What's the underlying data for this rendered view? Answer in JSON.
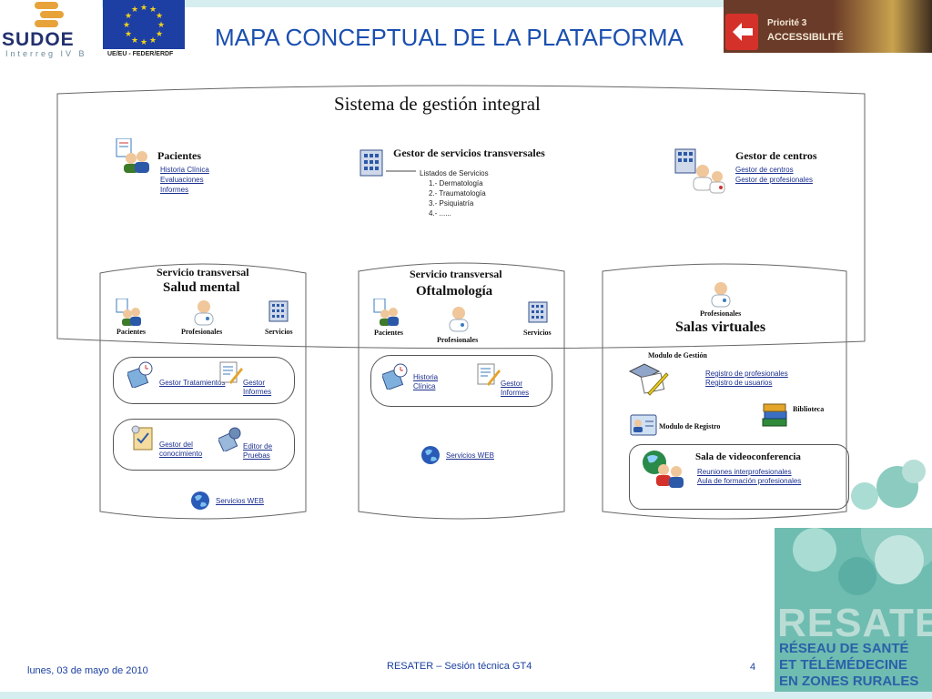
{
  "header": {
    "title": "MAPA CONCEPTUAL DE LA PLATAFORMA",
    "sudoe_word": "SUDOE",
    "sudoe_sub": "Interreg IV B",
    "eu_caption": "UE/EU - FEDER/ERDF",
    "priority_line1": "Priorité 3",
    "priority_line2": "ACCESSIBILITÉ"
  },
  "resater": {
    "name": "RESATER",
    "line1": "RÉSEAU DE SANTÉ",
    "line2": "ET TÉLÉMÉDECINE",
    "line3": "EN ZONES RURALES"
  },
  "system": {
    "title": "Sistema  de gestión integral",
    "pacientes": {
      "title": "Pacientes",
      "links": [
        "Historia Clínica",
        "Evaluaciones",
        "Informes"
      ]
    },
    "gestor_servicios": {
      "title": "Gestor de servicios transversales",
      "list_title": "Listados de Servicios",
      "items": [
        "1.- Dermatología",
        "2.- Traumatología",
        "3.- Psiquiatría",
        "4.- ......"
      ]
    },
    "gestor_centros": {
      "title": "Gestor de centros",
      "links": [
        "Gestor de centros",
        "Gestor de profesionales"
      ]
    }
  },
  "salud_mental": {
    "line1": "Servicio transversal",
    "line2": "Salud mental",
    "pacientes": "Pacientes",
    "profesionales": "Profesionales",
    "servicios": "Servicios",
    "box1": {
      "a": "Gestor Tratamientos",
      "b": "Gestor Informes"
    },
    "box2": {
      "a": "Gestor del conocimiento",
      "b": "Editor de Pruebas"
    },
    "web": "Servicios WEB"
  },
  "oftalmologia": {
    "line1": "Servicio transversal",
    "line2": "Oftalmología",
    "pacientes": "Pacientes",
    "profesionales": "Profesionales",
    "servicios": "Servicios",
    "box1": {
      "a": "Historia Clínica",
      "b": "Gestor Informes"
    },
    "web": "Servicios WEB"
  },
  "salas": {
    "profesionales": "Profesionales",
    "title": "Salas virtuales",
    "modulo_gestion": "Modulo de Gestión",
    "gestion_links": [
      "Registro de profesionales",
      "Registro de usuarios"
    ],
    "biblioteca": "Biblioteca",
    "modulo_registro": "Modulo de Registro",
    "video_title": "Sala de videoconferencia",
    "video_links": [
      "Reuniones interprofesionales",
      "Aula de formación profesionales"
    ]
  },
  "footer": {
    "date": "lunes, 03 de mayo de 2010",
    "center": "RESATER – Sesión técnica GT4",
    "page": "4"
  }
}
